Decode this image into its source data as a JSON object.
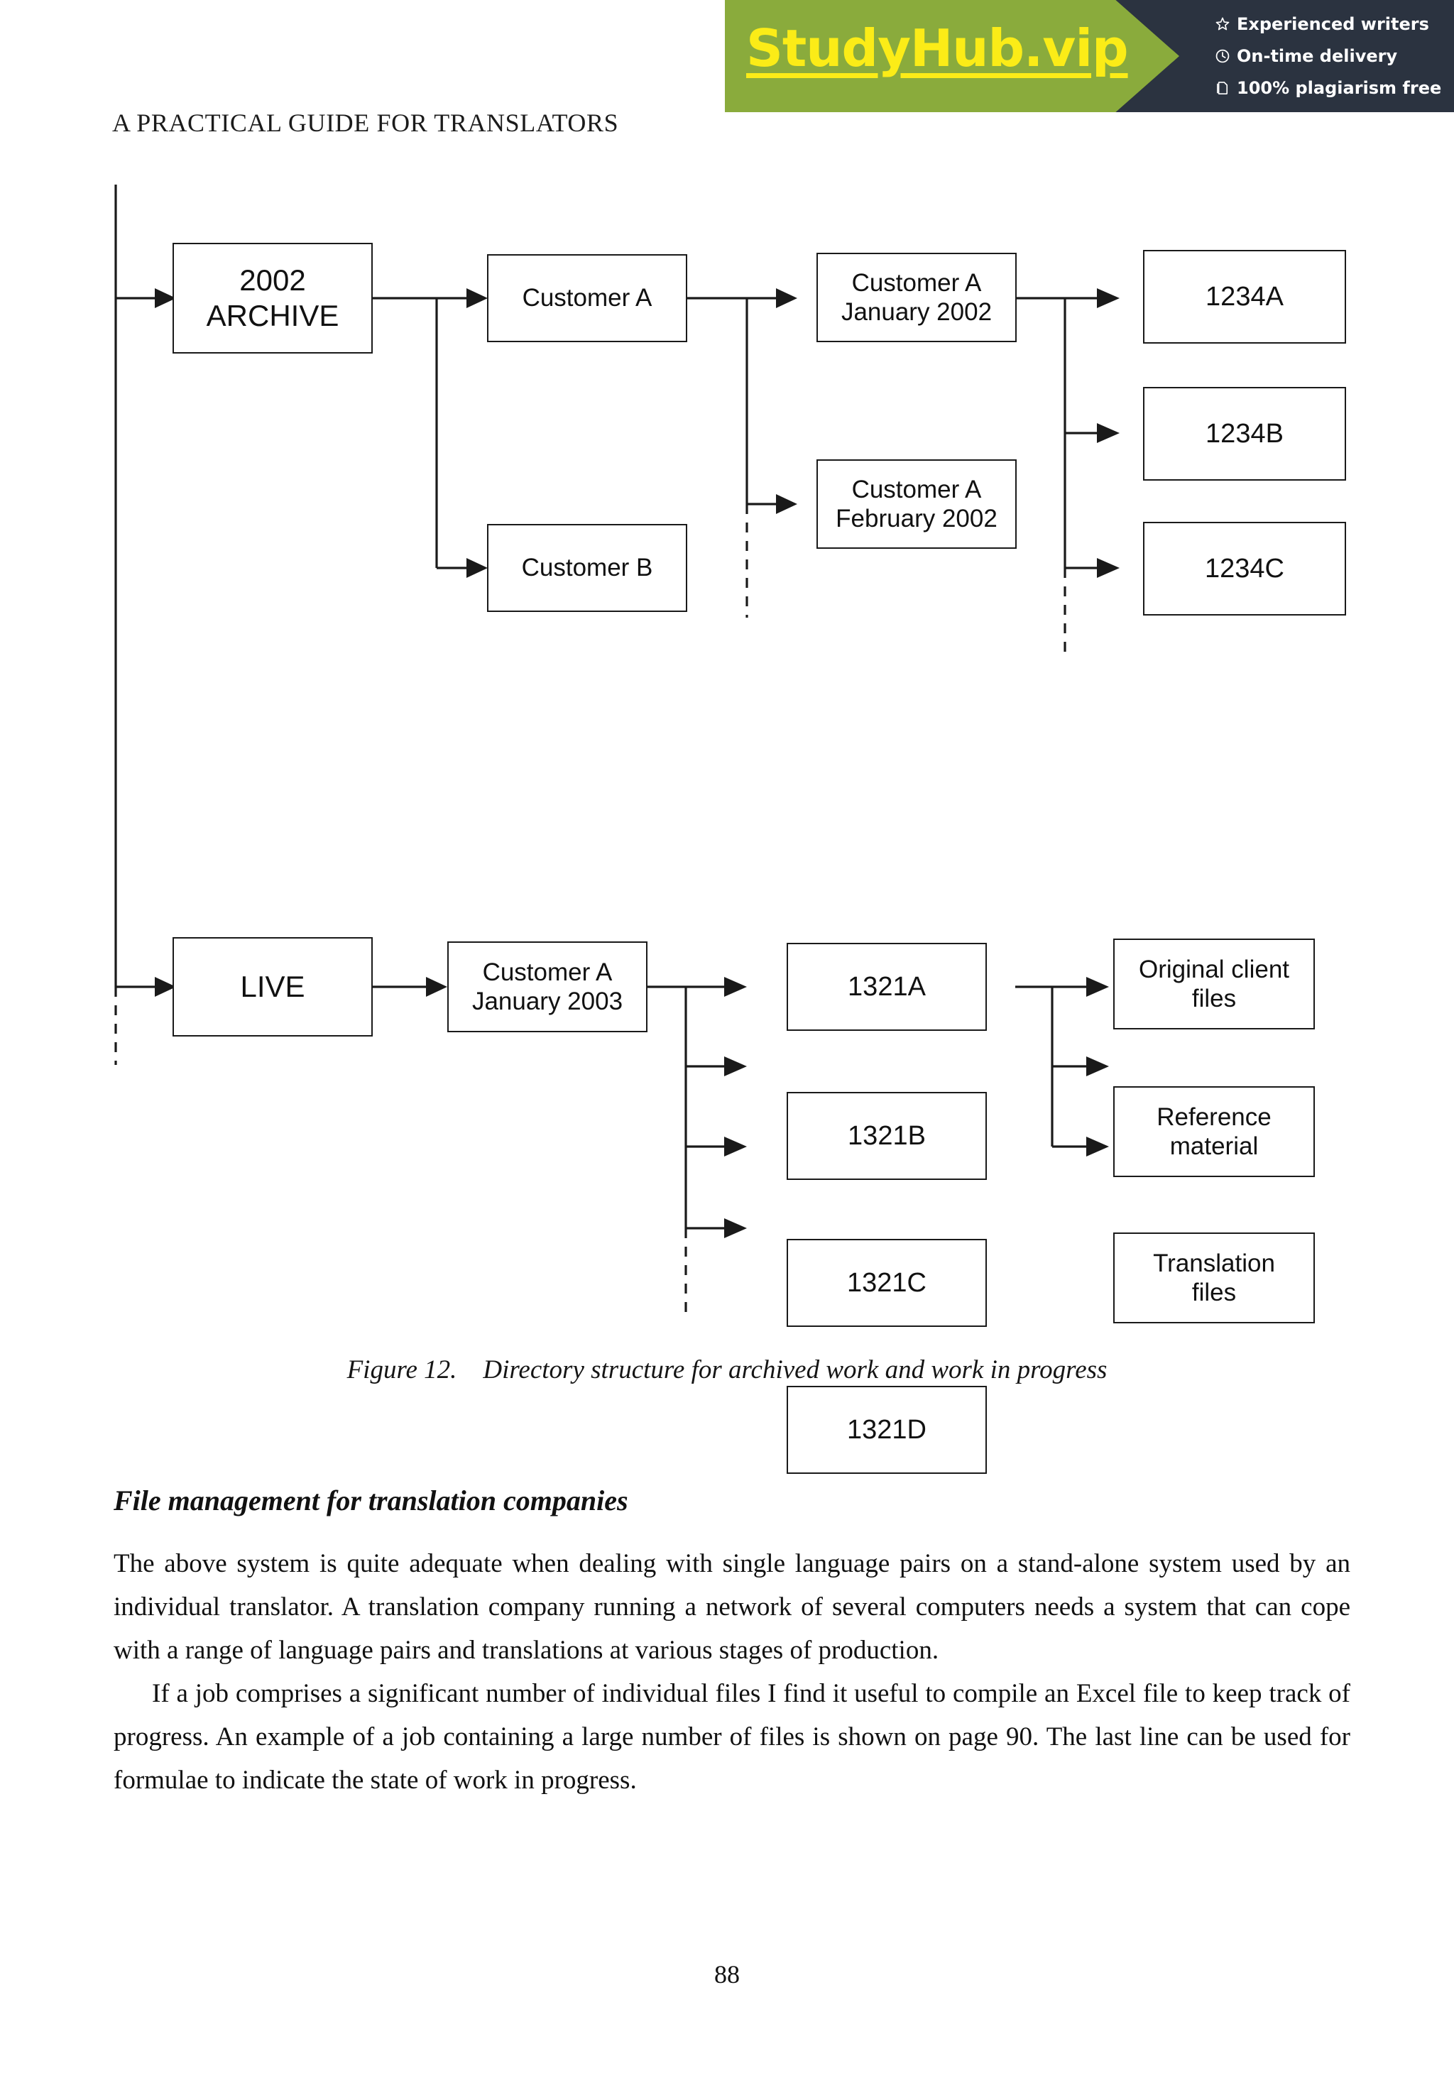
{
  "watermark": {
    "logo": "StudyHub.vip",
    "features": [
      {
        "icon": "star-icon",
        "label": "Experienced writers"
      },
      {
        "icon": "clock-icon",
        "label": "On-time delivery"
      },
      {
        "icon": "shield-icon",
        "label": "100% plagiarism free"
      }
    ],
    "green": "#8aab3c",
    "dark": "#2b3340",
    "yellow": "#fbec17"
  },
  "running_head": "A PRACTICAL GUIDE FOR TRANSLATORS",
  "figure": {
    "caption": "Figure 12.    Directory structure for archived work and work in progress",
    "nodes": {
      "archive": "2002\nARCHIVE",
      "customer_a": "Customer A",
      "customer_b": "Customer B",
      "cust_a_jan_2002": "Customer A\nJanuary 2002",
      "cust_a_feb_2002": "Customer A\nFebruary 2002",
      "job_1234a": "1234A",
      "job_1234b": "1234B",
      "job_1234c": "1234C",
      "live": "LIVE",
      "cust_a_jan_2003": "Customer A\nJanuary 2003",
      "job_1321a": "1321A",
      "job_1321b": "1321B",
      "job_1321c": "1321C",
      "job_1321d": "1321D",
      "original_client_files": "Original client\nfiles",
      "reference_material": "Reference\nmaterial",
      "translation_files": "Translation\nfiles"
    }
  },
  "content": {
    "section_title": "File management for translation companies",
    "paragraphs": [
      "The above system is quite adequate when dealing with single language pairs on a stand-alone system used by an individual translator. A translation company running a network of several computers needs a system that can cope with a range of language pairs and translations at various stages of production.",
      "If a job comprises a significant number of individual files I find it useful to compile an Excel file to keep track of progress. An example of a job containing a large number of files is shown on page 90. The last line can be used for formulae to indicate the state of work in progress."
    ]
  },
  "page_number": "88"
}
